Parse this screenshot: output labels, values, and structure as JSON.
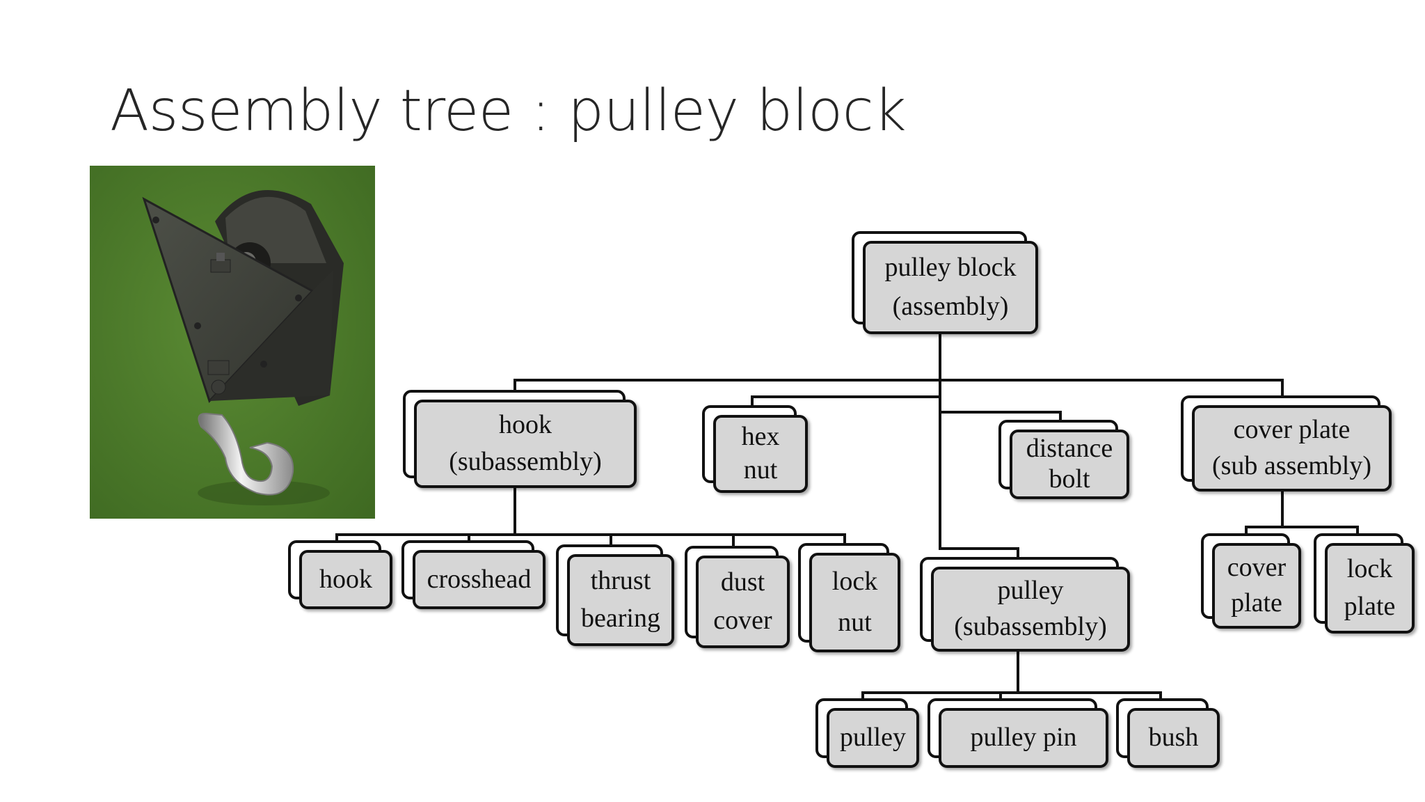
{
  "slide": {
    "title": "Assembly tree : pulley block"
  },
  "photo": {
    "subject": "pulley-block-hook-3d-render",
    "background_color": "#4e7a2c"
  },
  "tree": {
    "root": {
      "lines": [
        "pulley block",
        "(assembly)"
      ]
    },
    "hook_sub": {
      "lines": [
        "hook",
        "(subassembly)"
      ]
    },
    "hex_nut": {
      "lines": [
        "hex",
        "nut"
      ]
    },
    "distance_bolt": {
      "lines": [
        "distance",
        "bolt"
      ]
    },
    "cover_plate_sub": {
      "lines": [
        "cover plate",
        "(sub assembly)"
      ]
    },
    "hook": {
      "lines": [
        "hook"
      ]
    },
    "crosshead": {
      "lines": [
        "crosshead"
      ]
    },
    "thrust_bearing": {
      "lines": [
        "thrust",
        "bearing"
      ]
    },
    "dust_cover": {
      "lines": [
        "dust",
        "cover"
      ]
    },
    "lock_nut": {
      "lines": [
        "lock",
        "nut"
      ]
    },
    "pulley_sub": {
      "lines": [
        "pulley",
        "(subassembly)"
      ]
    },
    "cover_plate": {
      "lines": [
        "cover",
        "plate"
      ]
    },
    "lock_plate": {
      "lines": [
        "lock",
        "plate"
      ]
    },
    "pulley": {
      "lines": [
        "pulley"
      ]
    },
    "pulley_pin": {
      "lines": [
        "pulley pin"
      ]
    },
    "bush": {
      "lines": [
        "bush"
      ]
    }
  },
  "colors": {
    "node_fill": "#d6d6d6",
    "node_border": "#111111",
    "connector": "#111111"
  }
}
